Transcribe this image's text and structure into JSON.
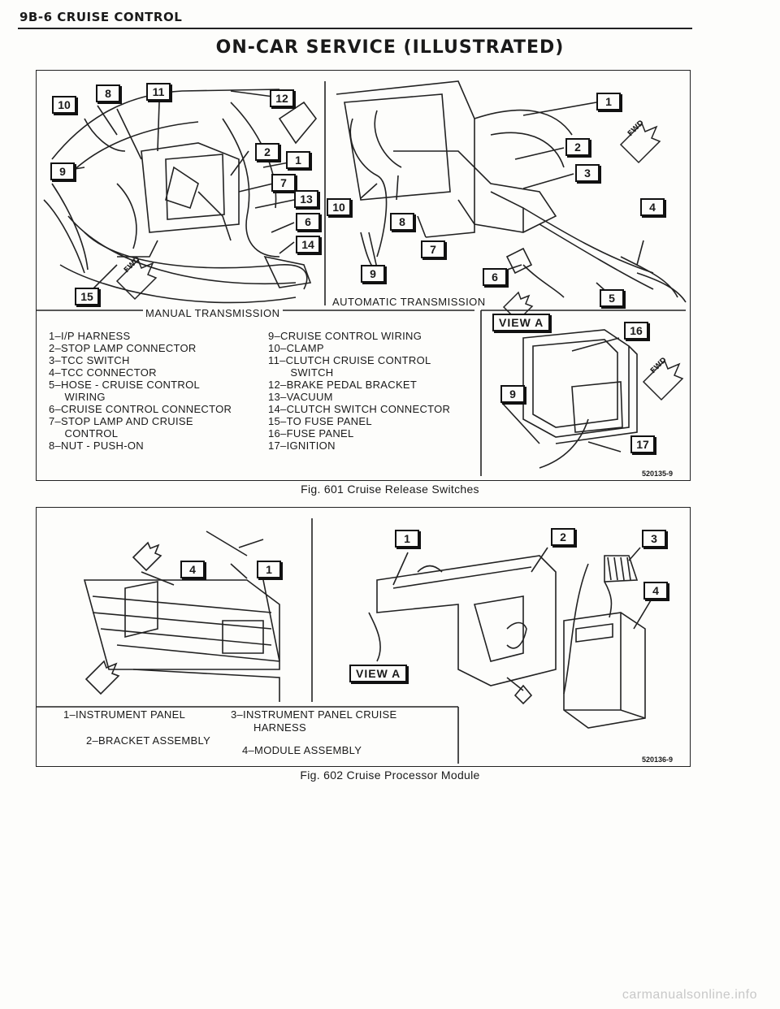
{
  "header": {
    "title": "9B-6 CRUISE CONTROL"
  },
  "section_title": "ON-CAR SERVICE (ILLUSTRATED)",
  "fig601": {
    "caption": "Fig. 601 Cruise Release Switches",
    "figure_number": "520135-9",
    "sublabels": {
      "manual": "MANUAL TRANSMISSION",
      "automatic": "AUTOMATIC TRANSMISSION",
      "view": "VIEW A"
    },
    "callouts_manual": [
      "10",
      "8",
      "11",
      "12",
      "9",
      "2",
      "1",
      "7",
      "13",
      "6",
      "14",
      "15"
    ],
    "callouts_auto": [
      "1",
      "2",
      "3",
      "10",
      "8",
      "7",
      "9",
      "6",
      "4",
      "5"
    ],
    "callouts_view": [
      "16",
      "9",
      "17"
    ],
    "legend_left": [
      "1–I/P HARNESS",
      "2–STOP LAMP CONNECTOR",
      "3–TCC SWITCH",
      "4–TCC CONNECTOR",
      "5–HOSE - CRUISE CONTROL",
      "     WIRING",
      "6–CRUISE CONTROL CONNECTOR",
      "7–STOP LAMP AND CRUISE",
      "     CONTROL",
      "8–NUT - PUSH-ON"
    ],
    "legend_right": [
      "9–CRUISE CONTROL WIRING",
      "10–CLAMP",
      "11–CLUTCH CRUISE CONTROL",
      "       SWITCH",
      "12–BRAKE PEDAL BRACKET",
      "13–VACUUM",
      "14–CLUTCH SWITCH CONNECTOR",
      "15–TO FUSE PANEL",
      "16–FUSE PANEL",
      "17–IGNITION"
    ]
  },
  "fig602": {
    "caption": "Fig. 602 Cruise Processor Module",
    "figure_number": "520136-9",
    "view_label": "VIEW A",
    "callouts_left": [
      "4",
      "1"
    ],
    "callouts_right": [
      "1",
      "2",
      "3",
      "4"
    ],
    "legend": {
      "item1": "1–INSTRUMENT PANEL",
      "item2": "2–BRACKET ASSEMBLY",
      "item3a": "3–INSTRUMENT PANEL CRUISE",
      "item3b": "HARNESS",
      "item4": "4–MODULE ASSEMBLY"
    }
  },
  "watermark": "carmanualsonline.info"
}
